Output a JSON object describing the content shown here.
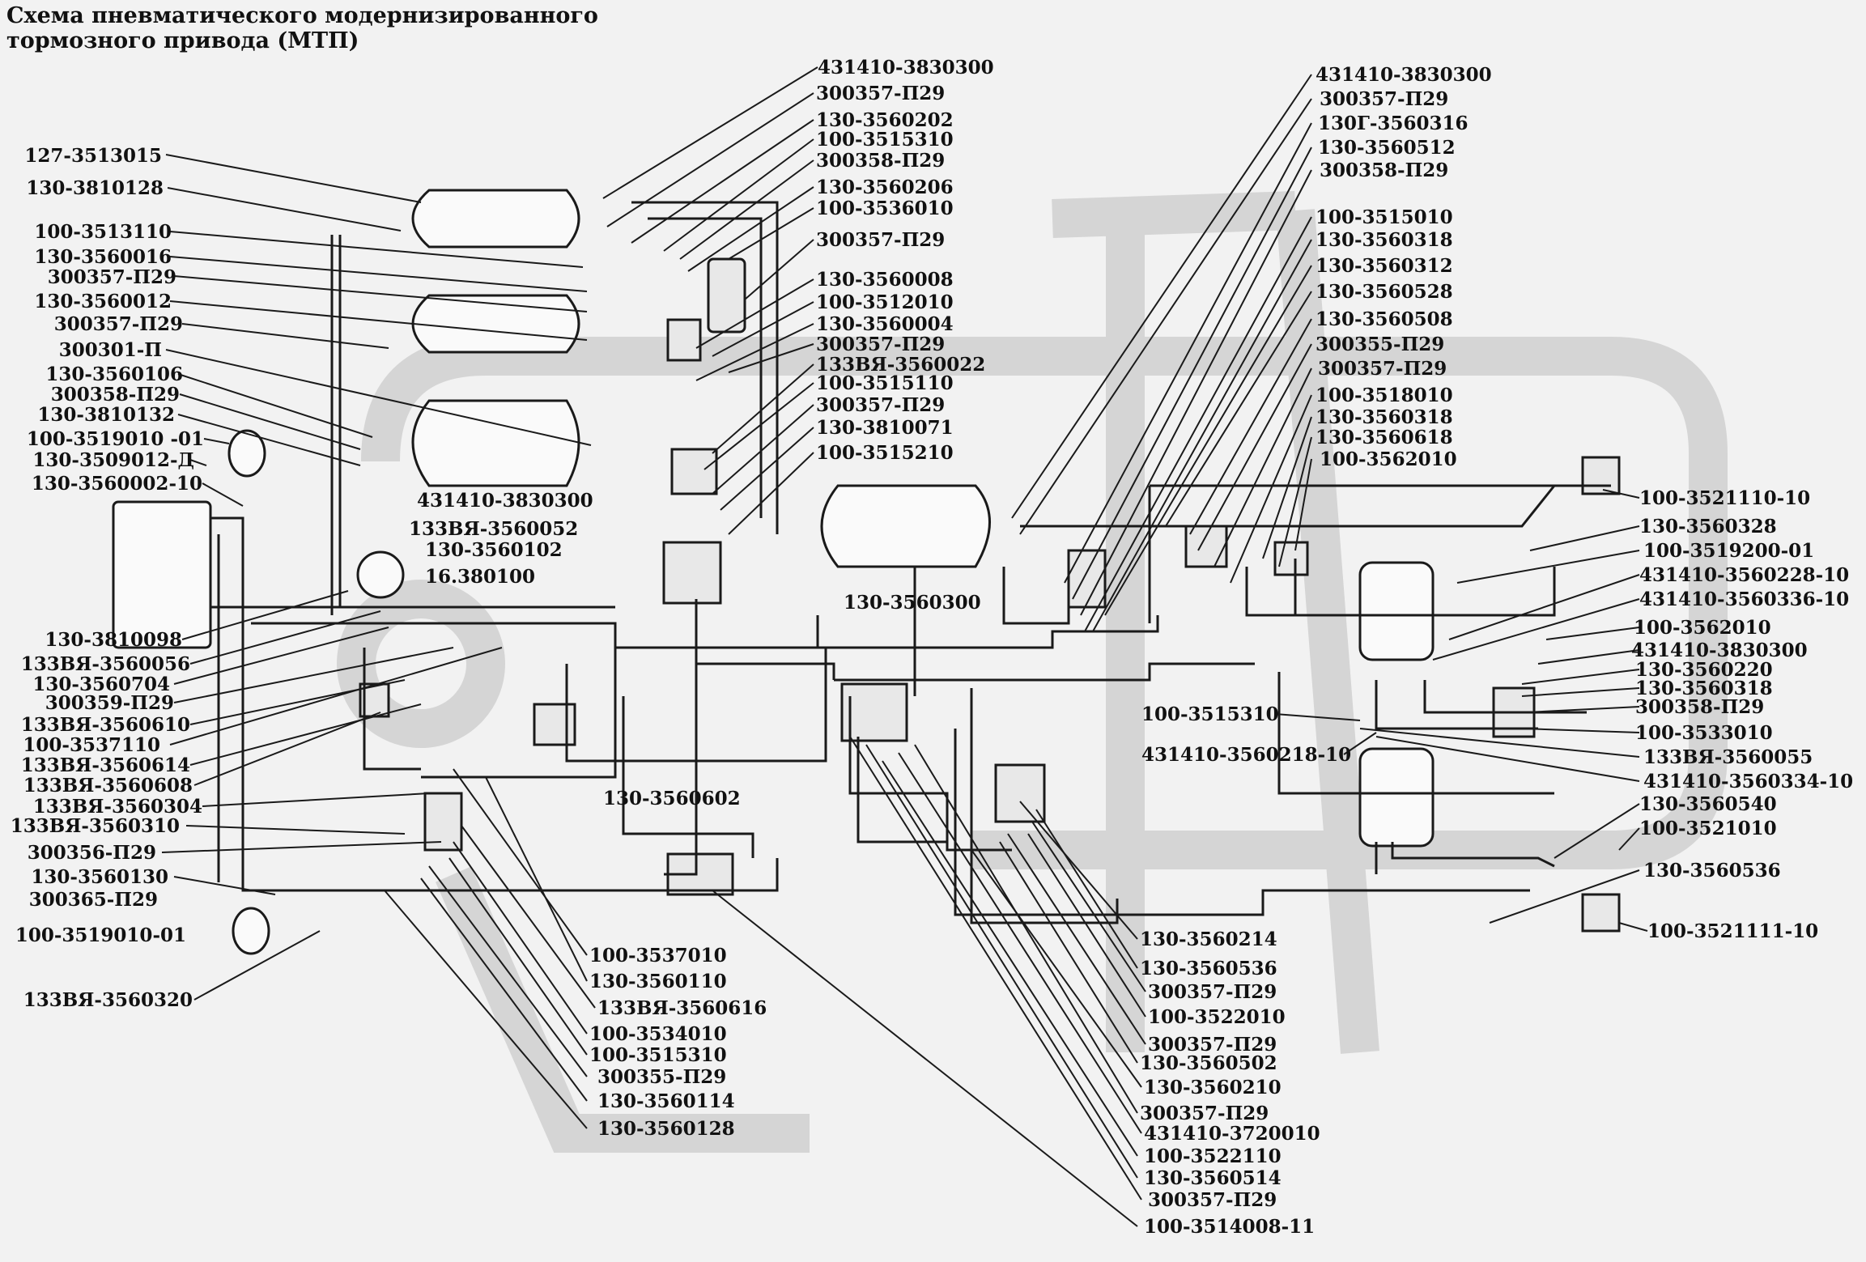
{
  "title": {
    "line1": "Схема пневматического модернизированного",
    "line2": "тормозного привода (МТП)"
  },
  "colors": {
    "background": "#f2f2f2",
    "watermark": "#d0d0d0",
    "lines": "#1a1a1a",
    "text": "#111111"
  },
  "labels_left": [
    "127-3513015",
    "130-3810128",
    "100-3513110",
    "130-3560016",
    "300357-П29",
    "130-3560012",
    "300357-П29",
    "300301-П",
    "130-3560106",
    "300358-П29",
    "130-3810132",
    "100-3519010 -01",
    "130-3509012-Д",
    "130-3560002-10",
    "130-3810098",
    "133ВЯ-3560056",
    "130-3560704",
    "300359-П29",
    "133ВЯ-3560610",
    "100-3537110",
    "133ВЯ-3560614",
    "133ВЯ-3560608",
    "133ВЯ-3560304",
    "133ВЯ-3560310",
    "300356-П29",
    "130-3560130",
    "300365-П29",
    "100-3519010-01",
    "133ВЯ-3560320"
  ],
  "labels_top_center": [
    "431410-3830300",
    "300357-П29",
    "130-3560202",
    "100-3515310",
    "300358-П29",
    "130-3560206",
    "100-3536010",
    "300357-П29",
    "130-3560008",
    "100-3512010",
    "130-3560004",
    "300357-П29",
    "133ВЯ-3560022",
    "100-3515110",
    "300357-П29",
    "130-3810071",
    "100-3515210"
  ],
  "labels_inner": [
    "431410-3830300",
    "133ВЯ-3560052",
    "130-3560102",
    "16.380100",
    "130-3560300",
    "130-3560602"
  ],
  "labels_top_right": [
    "431410-3830300",
    "300357-П29",
    "130Г-3560316",
    "130-3560512",
    "300358-П29",
    "100-3515010",
    "130-3560318",
    "130-3560312",
    "130-3560528",
    "130-3560508",
    "300355-П29",
    "300357-П29",
    "100-3518010",
    "130-3560318",
    "130-3560618",
    "100-3562010"
  ],
  "labels_right": [
    "100-3521110-10",
    "130-3560328",
    "100-3519200-01",
    "431410-3560228-10",
    "431410-3560336-10",
    "100-3562010",
    "431410-3830300",
    "130-3560220",
    "130-3560318",
    "300358-П29",
    "100-3533010",
    "133ВЯ-3560055",
    "431410-3560334-10",
    "130-3560540",
    "100-3521010",
    "130-3560536",
    "100-3521111-10"
  ],
  "labels_mid_right": [
    "100-3515310",
    "431410-3560218-10"
  ],
  "labels_bottom_left": [
    "100-3537010",
    "130-3560110",
    "133ВЯ-3560616",
    "100-3534010",
    "100-3515310",
    "300355-П29",
    "130-3560114",
    "130-3560128"
  ],
  "labels_bottom_right": [
    "130-3560214",
    "130-3560536",
    "300357-П29",
    "100-3522010",
    "300357-П29",
    "130-3560502",
    "130-3560210",
    "300357-П29",
    "431410-3720010",
    "100-3522110",
    "130-3560514",
    "300357-П29",
    "100-3514008-11"
  ]
}
